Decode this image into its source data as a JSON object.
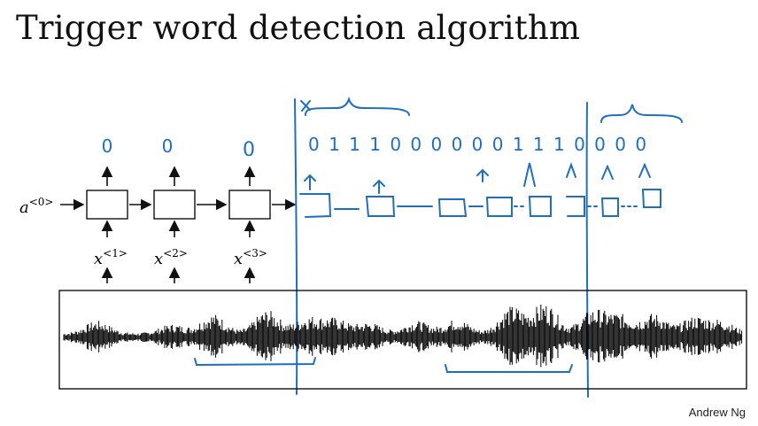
{
  "title": "Trigger word detection algorithm",
  "author": "Andrew Ng",
  "diagram": {
    "initial_activation": {
      "base": "a",
      "sup": "<0>"
    },
    "inputs": [
      {
        "base": "x",
        "sup": "<1>"
      },
      {
        "base": "x",
        "sup": "<2>"
      },
      {
        "base": "x",
        "sup": "<3>"
      }
    ],
    "typed_outputs": [
      "0",
      "0",
      "0"
    ],
    "handwritten_labels": [
      "0 1 1 1 0 0 0 0 0 0 1 1 1 0 0 0 0"
    ],
    "colors": {
      "ink": "#111111",
      "annotation": "#1f6fbf",
      "waveform": "#000000"
    }
  }
}
